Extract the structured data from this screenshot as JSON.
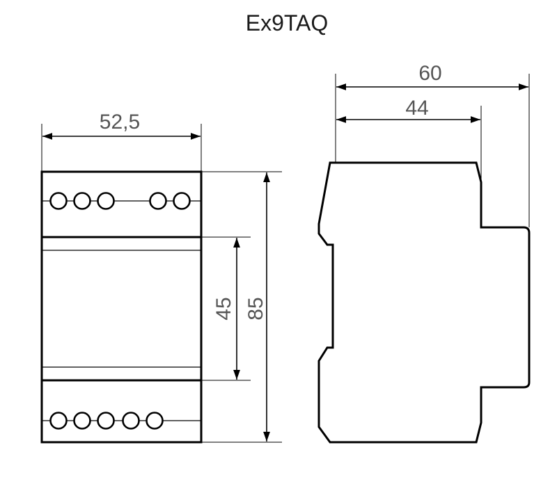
{
  "title": "Ex9TAQ",
  "dimensions": {
    "front_width": "52,5",
    "side_depth_total": "60",
    "side_depth_body": "44",
    "window_height": "45",
    "total_height": "85"
  },
  "terminals": {
    "top_count": 5,
    "bottom_count": 5
  }
}
